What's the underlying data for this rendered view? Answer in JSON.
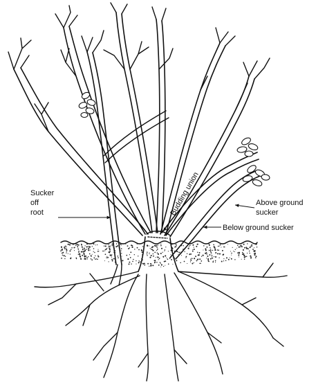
{
  "labels": {
    "sucker_off_root": [
      "Sucker",
      "off",
      "root"
    ],
    "budding_union": "Budding union",
    "above_ground_sucker": [
      "Above ground",
      "sucker"
    ],
    "below_ground_sucker": "Below ground sucker"
  }
}
